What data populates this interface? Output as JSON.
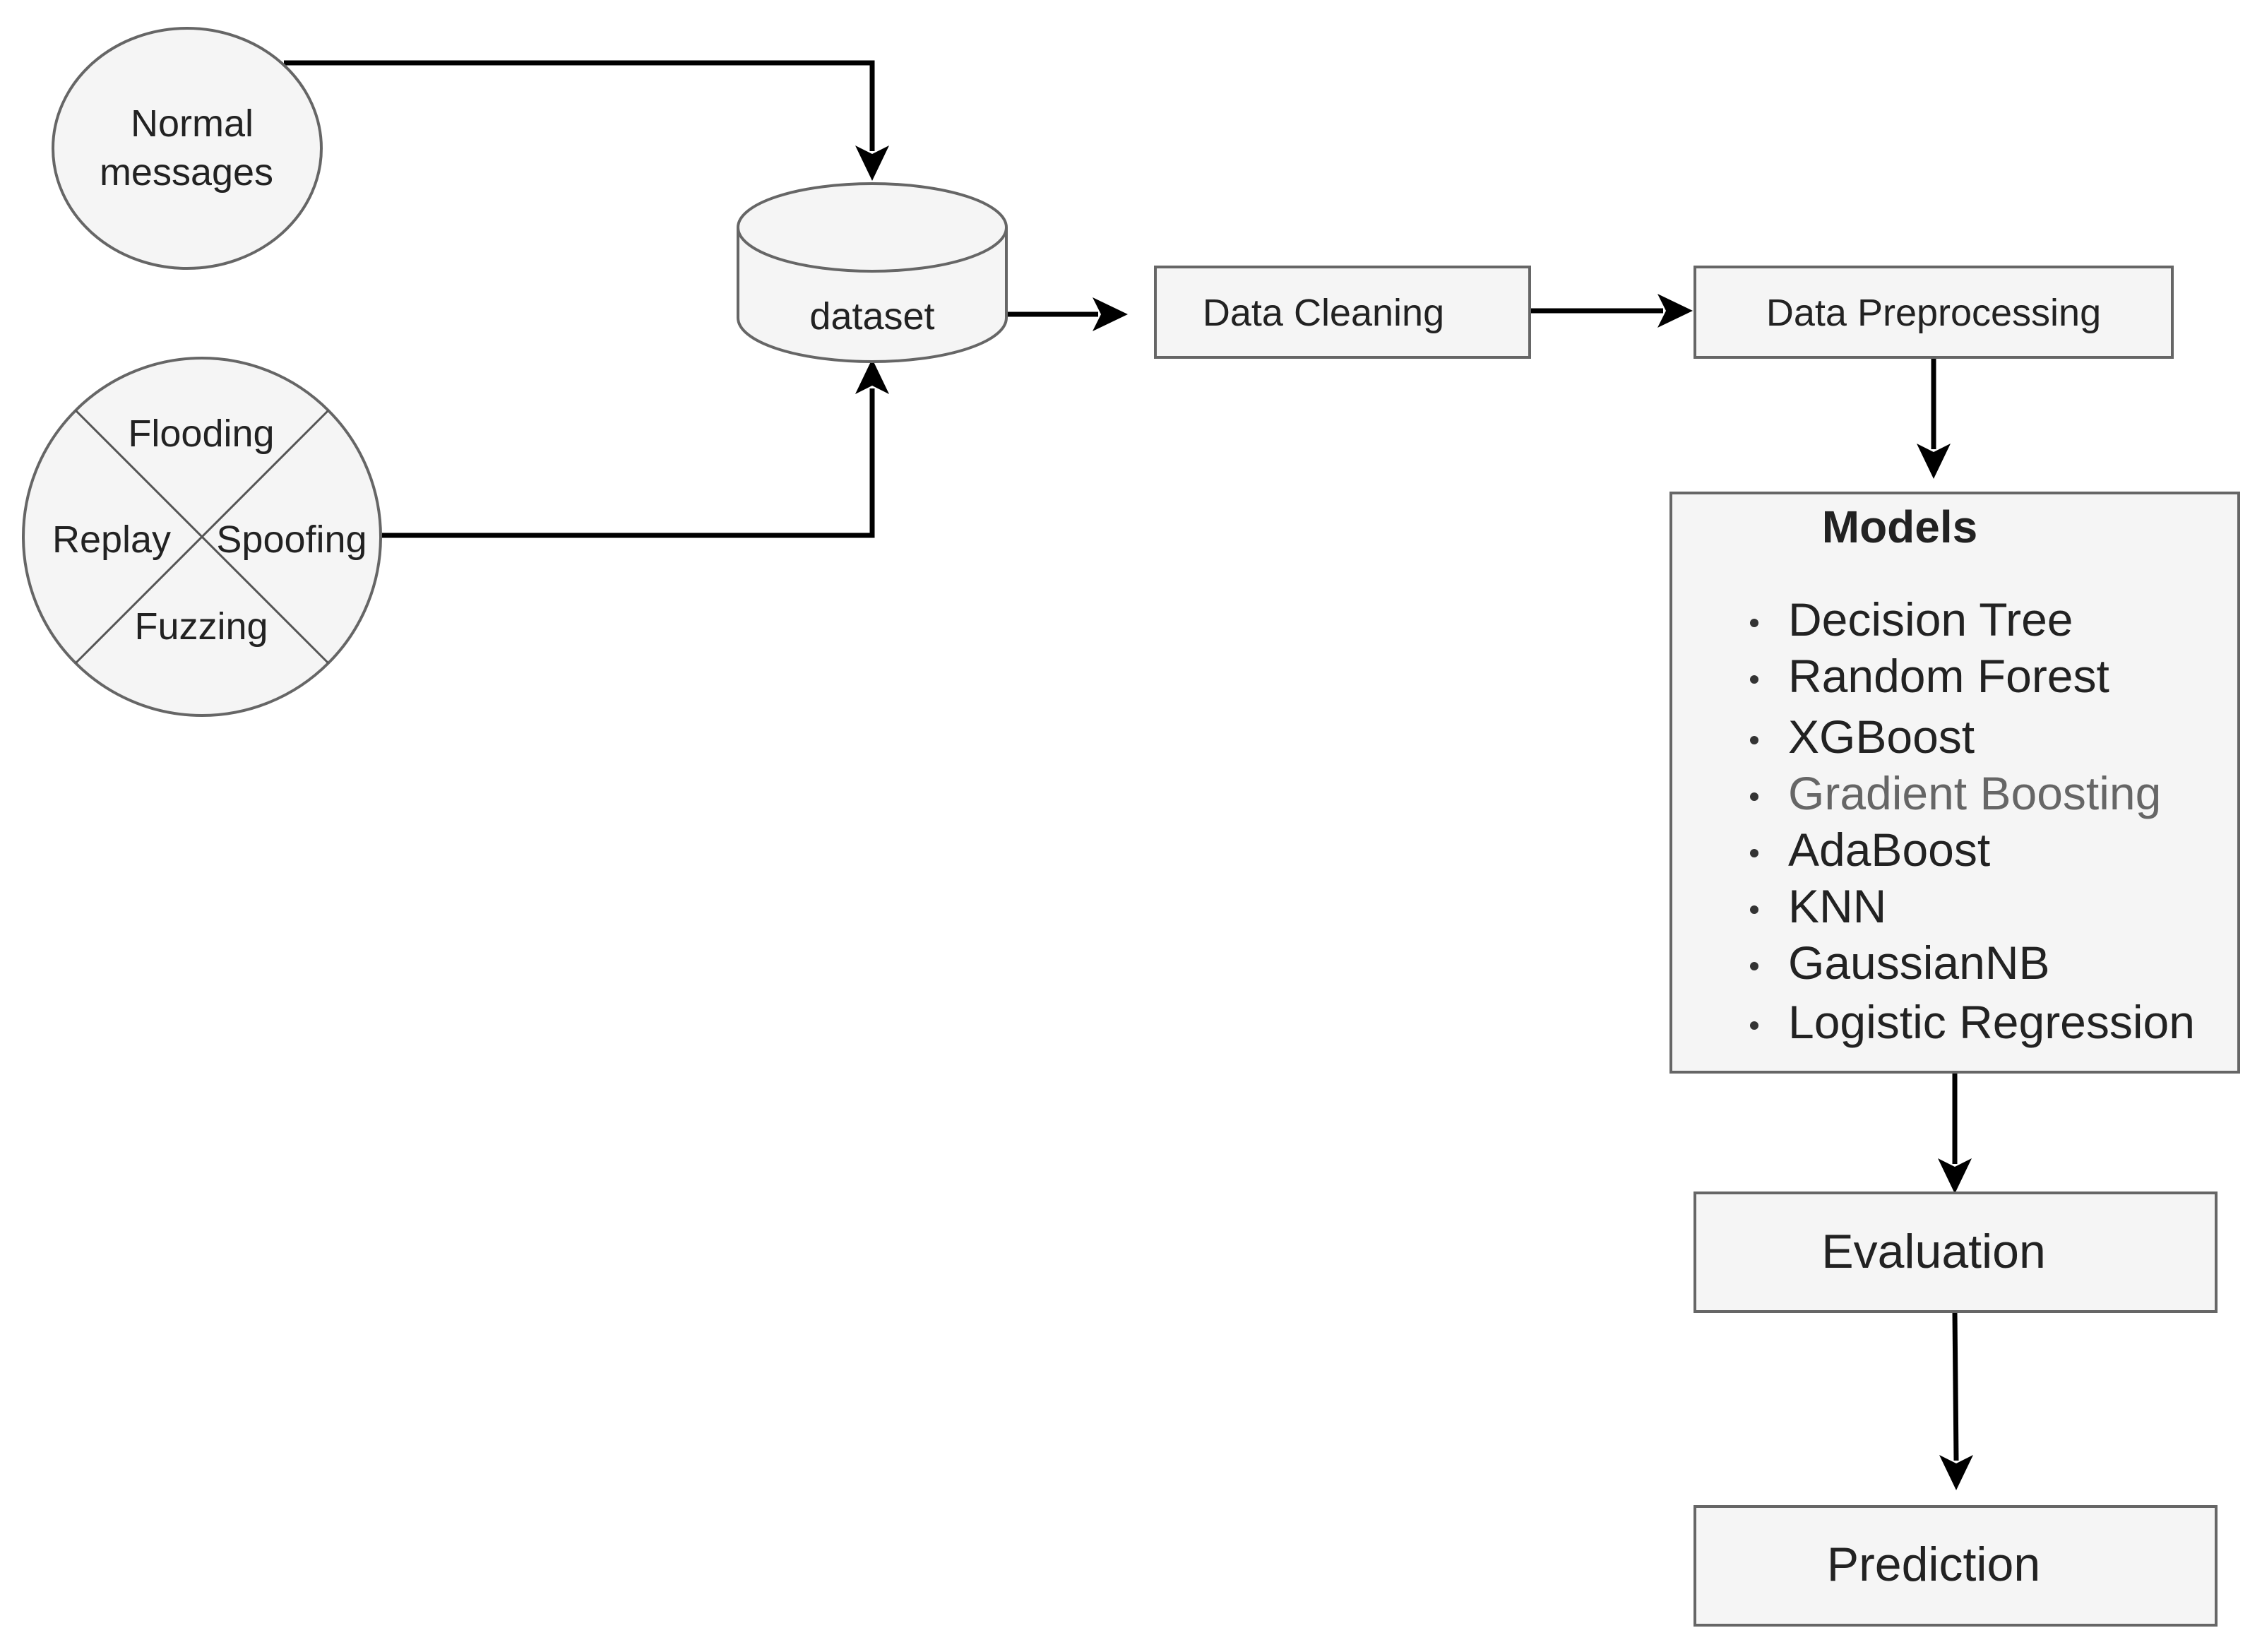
{
  "sources": {
    "normal": {
      "line1": "Normal",
      "line2": "messages"
    },
    "attacks": {
      "top": "Flooding",
      "left": "Replay",
      "right": "Spoofing",
      "bottom": "Fuzzing"
    }
  },
  "dataset": {
    "label": "dataset"
  },
  "steps": {
    "cleaning": "Data Cleaning",
    "preprocessing": "Data Preprocessing",
    "evaluation": "Evaluation",
    "prediction": "Prediction"
  },
  "models": {
    "title": "Models",
    "items": [
      "Decision Tree",
      "Random Forest",
      "XGBoost",
      "Gradient Boosting",
      "AdaBoost",
      "KNN",
      "GaussianNB",
      "Logistic Regression"
    ],
    "muted_item": "Gradient Boosting"
  },
  "colors": {
    "shape_fill": "#f5f5f5",
    "shape_stroke": "#666666",
    "edge": "#000000",
    "text": "#222222",
    "muted_text": "#666666"
  }
}
